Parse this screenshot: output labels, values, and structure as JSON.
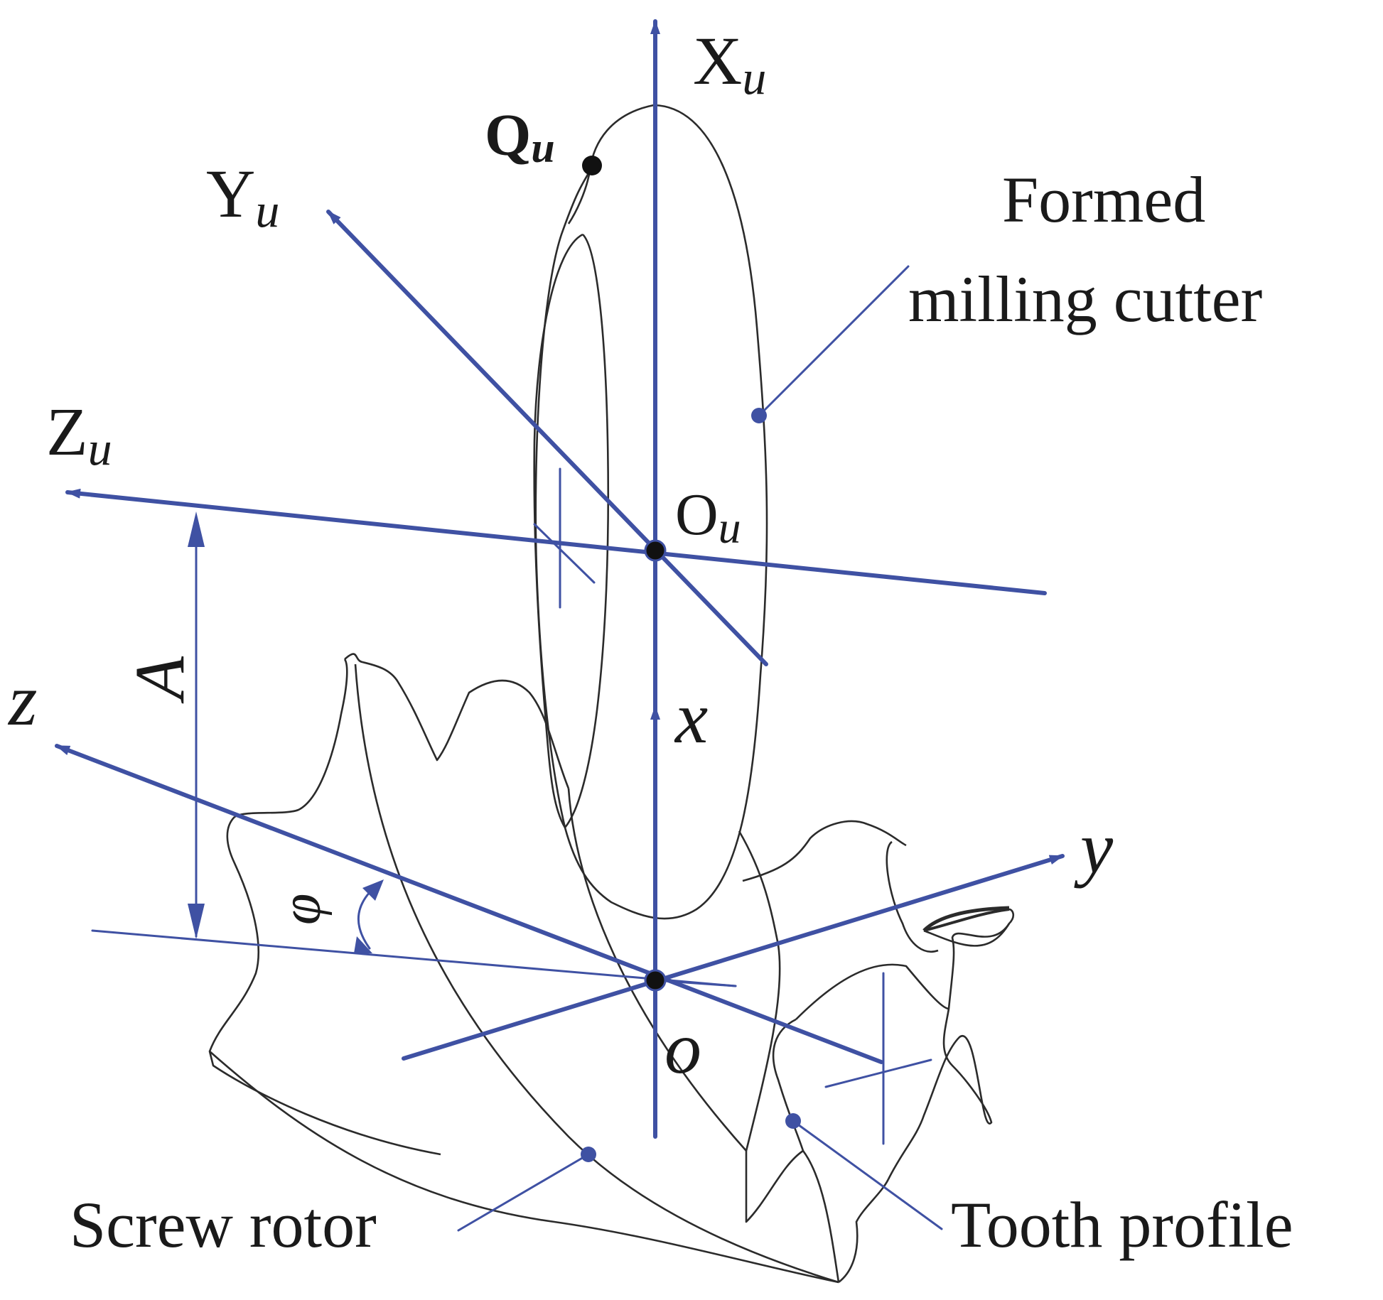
{
  "diagram": {
    "axis_color": "#3f51a3",
    "outline_color": "#2b2b2b",
    "text_color": "#1a1a1a",
    "axes": {
      "Xu": {
        "base": "X",
        "sub": "u"
      },
      "Yu": {
        "base": "Y",
        "sub": "u"
      },
      "Zu": {
        "base": "Z",
        "sub": "u"
      },
      "Ou": {
        "base": "O",
        "sub": "u"
      },
      "Qu": {
        "base": "Q",
        "sub": "u"
      },
      "x": "x",
      "y": "y",
      "z": "z",
      "o": "o"
    },
    "dimension_A": "A",
    "angle_phi": "φ",
    "labels": {
      "cutter_line1": "Formed",
      "cutter_line2": "milling cutter",
      "screw_rotor": "Screw rotor",
      "tooth_profile": "Tooth profile"
    }
  }
}
